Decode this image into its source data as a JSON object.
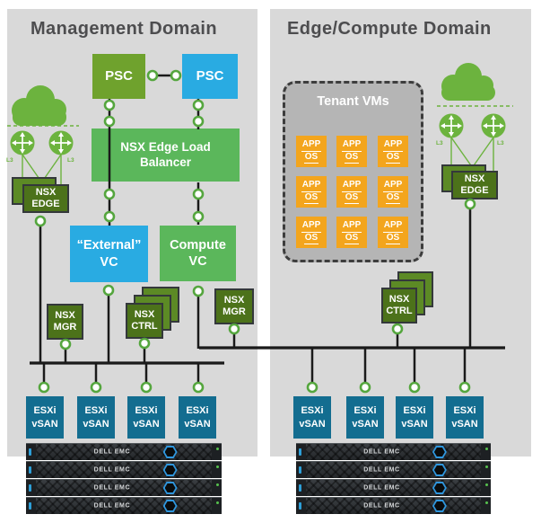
{
  "labels": {
    "l3": "L3"
  },
  "mgmt": {
    "title": "Management Domain",
    "psc_a": "PSC",
    "psc_b": "PSC",
    "elb_l1": "NSX Edge Load",
    "elb_l2": "Balancer",
    "external_vc_l1": "“External”",
    "external_vc_l2": "VC",
    "compute_vc_l1": "Compute",
    "compute_vc_l2": "VC",
    "nsx_edge_l1": "NSX",
    "nsx_edge_l2": "EDGE",
    "nsx_mgr_a_l1": "NSX",
    "nsx_mgr_a_l2": "MGR",
    "nsx_ctrl_l1": "NSX",
    "nsx_ctrl_l2": "CTRL",
    "nsx_mgr_b_l1": "NSX",
    "nsx_mgr_b_l2": "MGR",
    "hosts": [
      {
        "l1": "ESXi",
        "l2": "vSAN"
      },
      {
        "l1": "ESXi",
        "l2": "vSAN"
      },
      {
        "l1": "ESXi",
        "l2": "vSAN"
      },
      {
        "l1": "ESXi",
        "l2": "vSAN"
      }
    ]
  },
  "edge": {
    "title": "Edge/Compute Domain",
    "tenant": {
      "title": "Tenant VMs",
      "vms": [
        {
          "app": "APP",
          "os": "OS"
        },
        {
          "app": "APP",
          "os": "OS"
        },
        {
          "app": "APP",
          "os": "OS"
        },
        {
          "app": "APP",
          "os": "OS"
        },
        {
          "app": "APP",
          "os": "OS"
        },
        {
          "app": "APP",
          "os": "OS"
        },
        {
          "app": "APP",
          "os": "OS"
        },
        {
          "app": "APP",
          "os": "OS"
        },
        {
          "app": "APP",
          "os": "OS"
        }
      ]
    },
    "nsx_edge_l1": "NSX",
    "nsx_edge_l2": "EDGE",
    "nsx_ctrl_l1": "NSX",
    "nsx_ctrl_l2": "CTRL",
    "hosts": [
      {
        "l1": "ESXi",
        "l2": "vSAN"
      },
      {
        "l1": "ESXi",
        "l2": "vSAN"
      },
      {
        "l1": "ESXi",
        "l2": "vSAN"
      },
      {
        "l1": "ESXi",
        "l2": "vSAN"
      }
    ]
  },
  "servers": {
    "brand": "DELL EMC"
  },
  "colors": {
    "panel": "#D9D9D9",
    "tenant_gray": "#B5B5B5",
    "green_psc": "#6FA22D",
    "green_mid": "#5BB75B",
    "green_dark": "#4C721A",
    "green_icon": "#6CB33E",
    "blue": "#29ABE2",
    "orange": "#F3A51D",
    "teal": "#136D90",
    "ring": "#55A63E",
    "line": "#1A1A1A"
  }
}
